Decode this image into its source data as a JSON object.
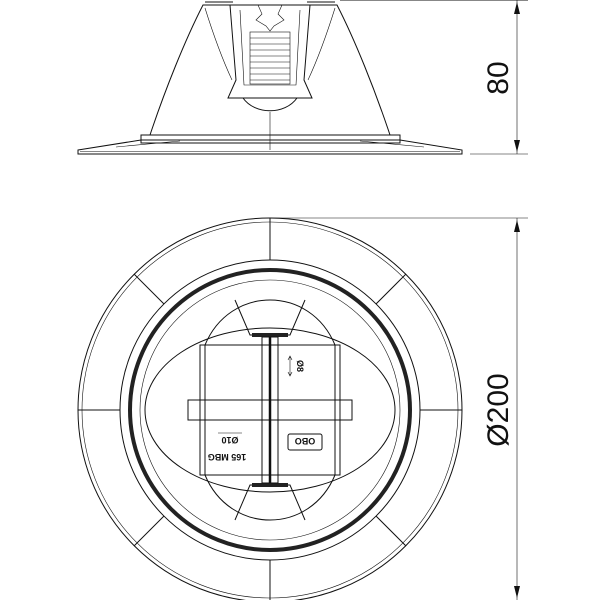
{
  "drawing": {
    "height_dimension": "80",
    "diameter_dimension": "Ø200",
    "inner_labels": {
      "hole_small": "Ø8",
      "hole_large": "Ø10",
      "model": "165 MBG",
      "brand": "OBO"
    }
  }
}
